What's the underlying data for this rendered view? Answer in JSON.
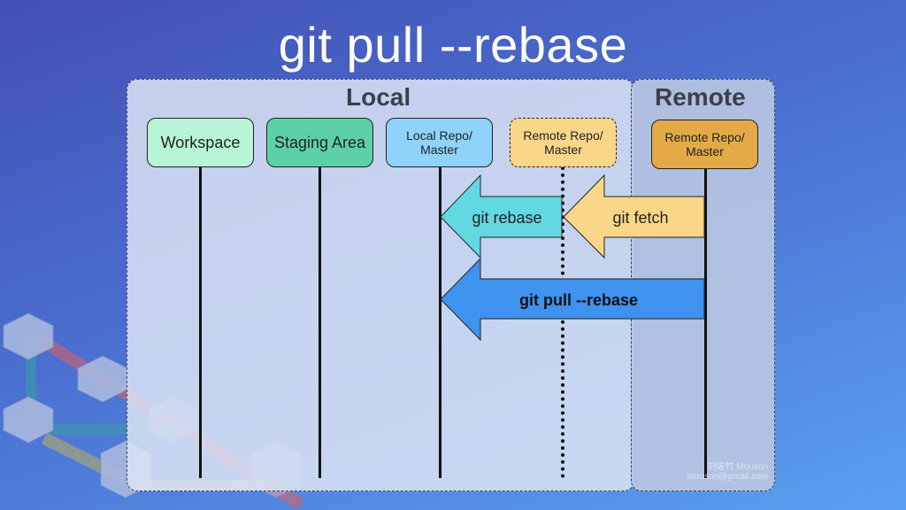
{
  "title": "git pull --rebase",
  "panels": {
    "local": {
      "label": "Local"
    },
    "remote": {
      "label": "Remote"
    }
  },
  "nodes": [
    {
      "id": "workspace",
      "label": "Workspace",
      "color": "#b8f5d6"
    },
    {
      "id": "staging",
      "label": "Staging Area",
      "color": "#5ed0a8"
    },
    {
      "id": "local_repo",
      "label": "Local Repo/ Master",
      "color": "#8fd3fb"
    },
    {
      "id": "remote_repo_local",
      "label": "Remote Repo/ Master",
      "color": "#fad788"
    },
    {
      "id": "remote_repo",
      "label": "Remote Repo/ Master",
      "color": "#e4a947"
    }
  ],
  "arrows": [
    {
      "id": "git_rebase",
      "label": "git rebase",
      "from": "Remote Repo/Master (local copy)",
      "to": "Local Repo/Master",
      "color": "#62d8e0"
    },
    {
      "id": "git_fetch",
      "label": "git fetch",
      "from": "Remote Repo/Master",
      "to": "Remote Repo/Master (local copy)",
      "color": "#fad788"
    },
    {
      "id": "git_pull_rebase",
      "label": "git pull --rebase",
      "from": "Remote Repo/Master",
      "to": "Local Repo/Master",
      "color": "#3f92ee"
    }
  ],
  "watermark": {
    "line1": "刘佐竹 Mouson",
    "line2": "mouson@gmail.com"
  }
}
